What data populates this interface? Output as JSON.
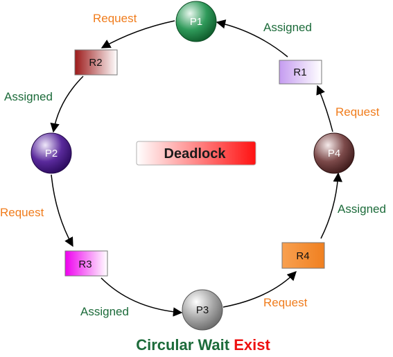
{
  "colors": {
    "request": "#f07c1c",
    "assigned": "#1c6b3a",
    "arrow": "#000000"
  },
  "processes": [
    {
      "id": "P1",
      "label": "P1",
      "color": "#1f8a4c"
    },
    {
      "id": "P2",
      "label": "P2",
      "color": "#4a1a8c"
    },
    {
      "id": "P3",
      "label": "P3",
      "color": "#8c8c8c"
    },
    {
      "id": "P4",
      "label": "P4",
      "color": "#6b3c3c"
    }
  ],
  "resources": [
    {
      "id": "R1",
      "label": "R1",
      "color": "#c9a2f2"
    },
    {
      "id": "R2",
      "label": "R2",
      "color": "#a02020"
    },
    {
      "id": "R3",
      "label": "R3",
      "color": "#ee00ee"
    },
    {
      "id": "R4",
      "label": "R4",
      "color": "#f5a050"
    }
  ],
  "edge_labels": {
    "p1_r2": "Request",
    "r2_p2": "Assigned",
    "p2_r3": "Request",
    "r3_p3": "Assigned",
    "p3_r4": "Request",
    "r4_p4": "Assigned",
    "p4_r1": "Request",
    "r1_p1": "Assigned"
  },
  "center_label": "Deadlock",
  "footer": {
    "part1": "Circular Wait",
    "part2": "Exist",
    "part1_color": "#1c6b3a",
    "part2_color": "#ee1111"
  }
}
